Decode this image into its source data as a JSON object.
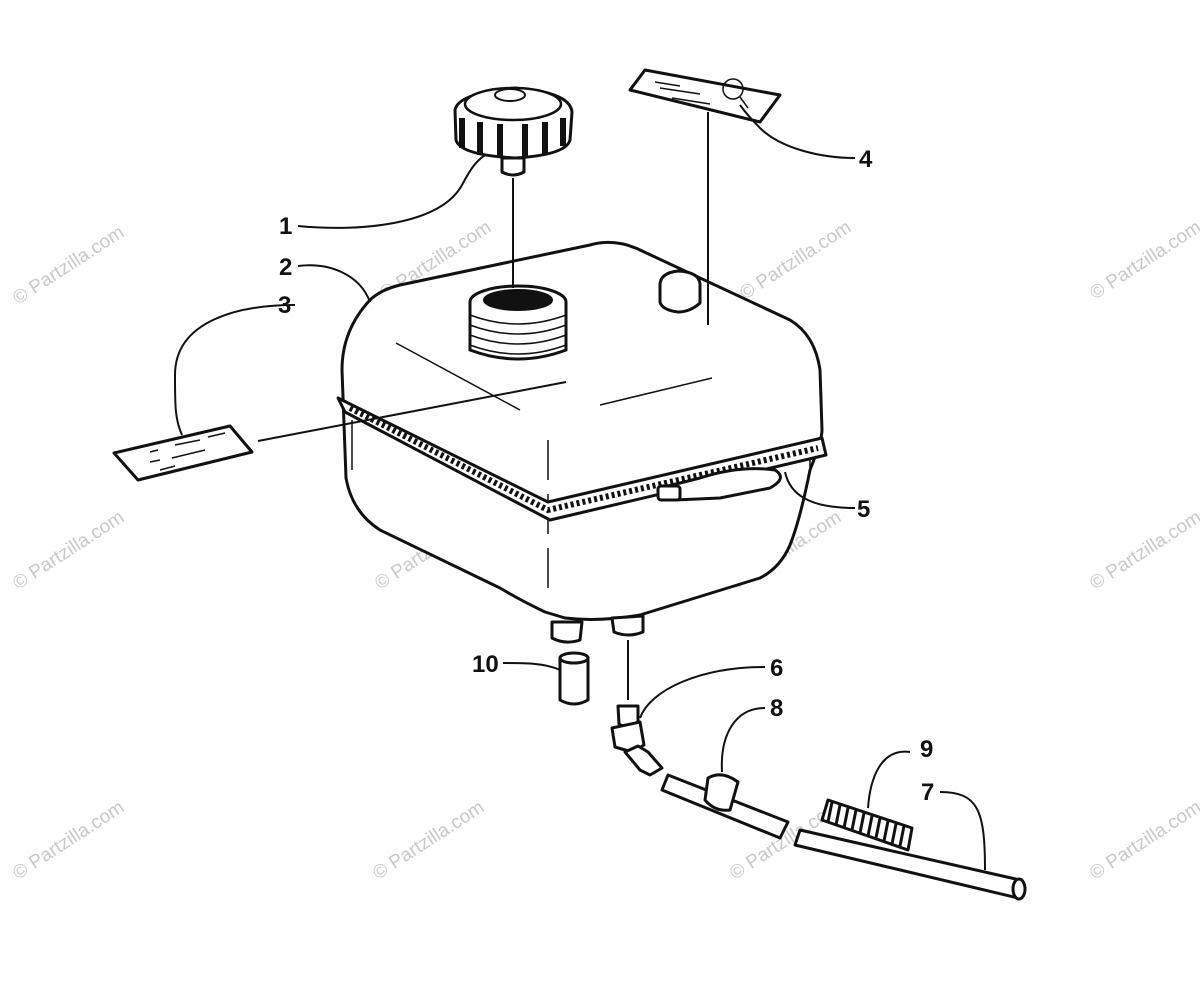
{
  "watermark": {
    "text": "© Partzilla.com",
    "color": "#c9c9c9"
  },
  "callouts": [
    {
      "id": "1",
      "label": "1"
    },
    {
      "id": "2",
      "label": "2"
    },
    {
      "id": "3",
      "label": "3"
    },
    {
      "id": "4",
      "label": "4"
    },
    {
      "id": "5",
      "label": "5"
    },
    {
      "id": "6",
      "label": "6"
    },
    {
      "id": "7",
      "label": "7"
    },
    {
      "id": "8",
      "label": "8"
    },
    {
      "id": "9",
      "label": "9"
    },
    {
      "id": "10",
      "label": "10"
    }
  ],
  "line_color": "#111111",
  "background": "#ffffff"
}
